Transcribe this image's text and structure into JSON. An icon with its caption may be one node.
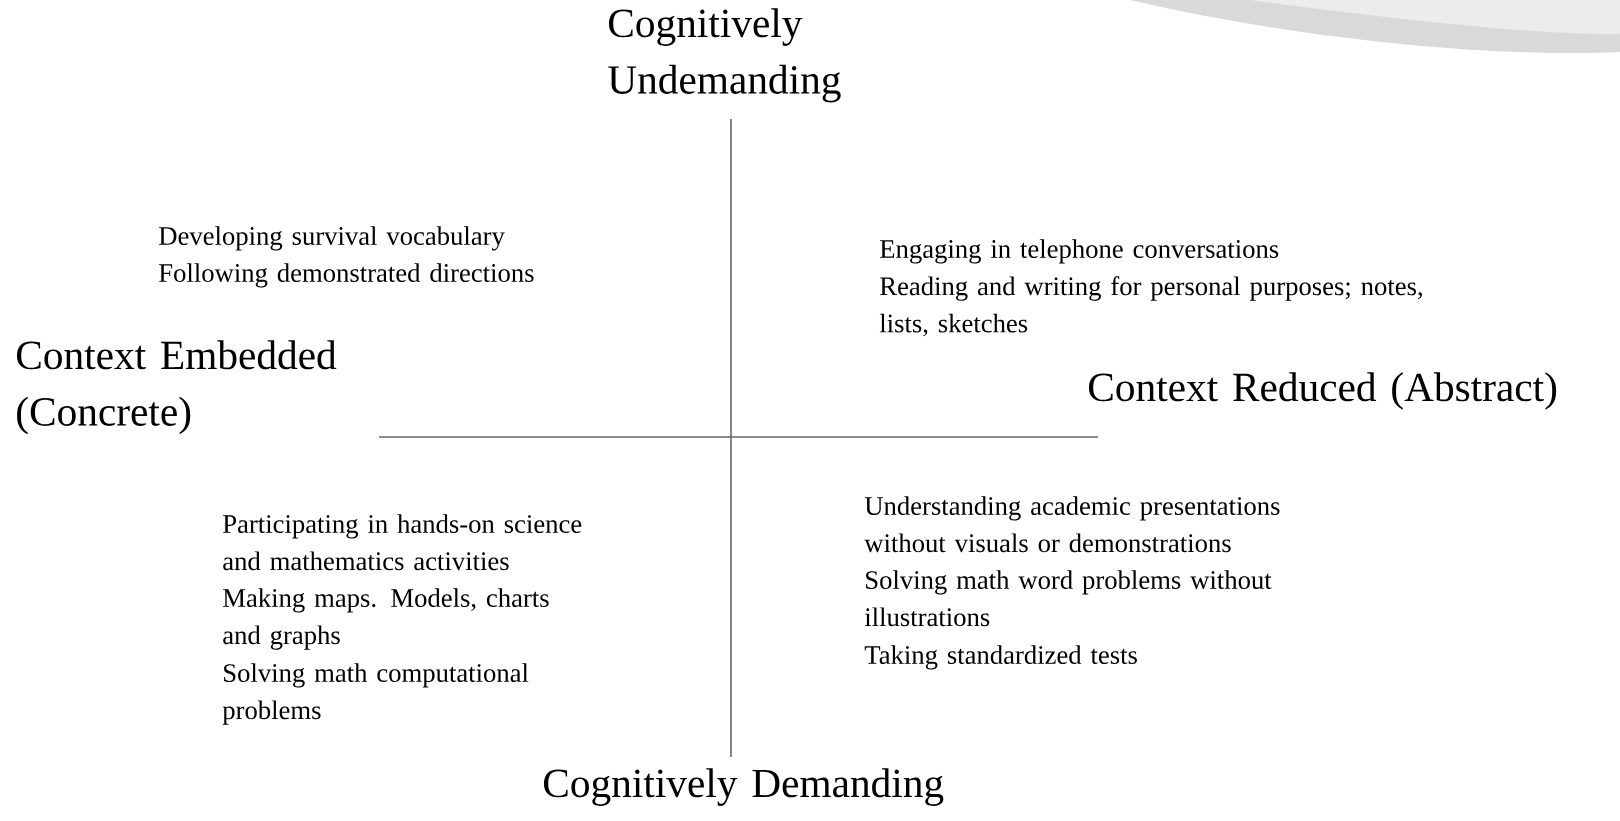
{
  "diagram": {
    "labels": [
      "Cognitively Undemanding",
      "Developing survival vocabulary",
      "Following demonstrated directions",
      "Engaging in telephone conversations",
      "Reading and writing for personal purposes; notes, lists, sketches",
      "Context Embedded (Concrete)",
      "Context Reduced (Abstract)",
      "Participating in hands-on science and mathematics activities",
      "Making maps. Models, charts and graphs",
      "Solving math computational problems",
      "Understanding academic presentations without visuals or demonstrations",
      "Solving math word problems without illustrations",
      "Taking standardized tests",
      "Cognitively Demanding"
    ]
  }
}
